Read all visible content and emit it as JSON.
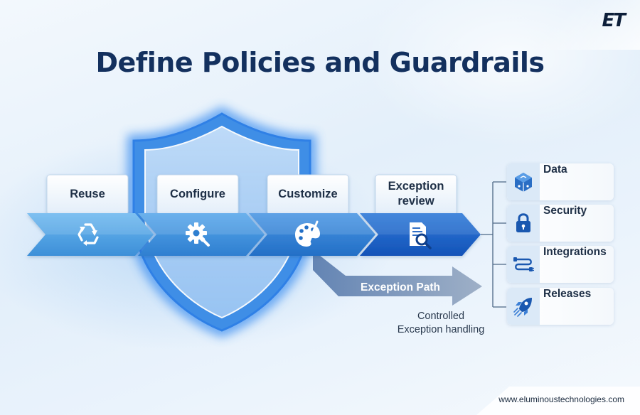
{
  "brand": {
    "logo_text": "ET"
  },
  "title": "Define Policies and Guardrails",
  "steps": [
    {
      "label": "Reuse",
      "icon": "recycle-icon"
    },
    {
      "label": "Configure",
      "icon": "gear-wrench-icon"
    },
    {
      "label": "Customize",
      "icon": "palette-icon"
    },
    {
      "label": "Exception review",
      "icon": "document-search-icon"
    }
  ],
  "exception_path": {
    "label": "Exception Path",
    "caption_line1": "Controlled",
    "caption_line2": "Exception handling"
  },
  "categories": [
    {
      "label": "Data",
      "icon": "cube-icon"
    },
    {
      "label": "Security",
      "icon": "lock-icon"
    },
    {
      "label": "Integrations",
      "icon": "plug-cable-icon"
    },
    {
      "label": "Releases",
      "icon": "rocket-icon"
    }
  ],
  "footer": {
    "url": "www.eluminoustechnologies.com"
  },
  "colors": {
    "title": "#13305e",
    "chevron_light": "#4a9fe0",
    "chevron_dark": "#1763c8",
    "shield_glow": "#3d8ff0",
    "exception_arrow": "#7f97b7"
  }
}
